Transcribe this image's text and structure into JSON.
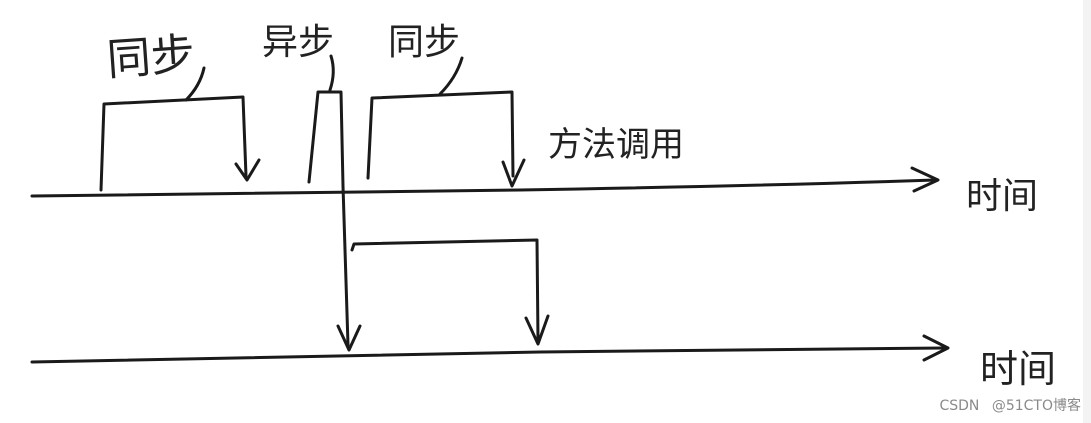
{
  "labels": {
    "sync_left": "同步",
    "async": "异步",
    "sync_right": "同步",
    "method_call": "方法调用",
    "time_top": "时间",
    "time_bottom": "时间"
  },
  "watermark": {
    "csdn": "CSDN",
    "blog": "@51CTO博客"
  },
  "colors": {
    "ink": "#1a1a1a",
    "watermark": "#8a8a8a"
  }
}
